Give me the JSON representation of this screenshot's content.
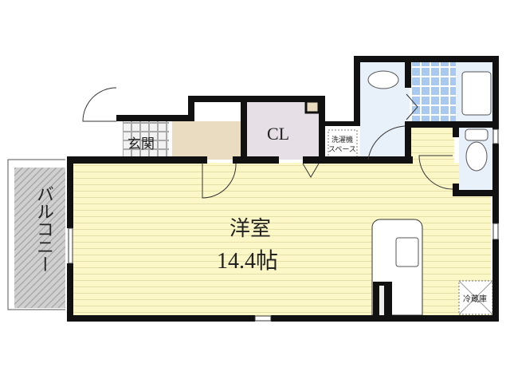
{
  "rooms": {
    "western_room": {
      "name": "洋室",
      "size": "14.4帖",
      "color": "#fbf7c6"
    },
    "entrance": {
      "name": "玄関"
    },
    "closet": {
      "name": "CL",
      "color": "#e6e0e6"
    },
    "washer_space": {
      "line1": "洗濯機",
      "line2": "スペース"
    },
    "balcony": {
      "name": "バルコニー"
    },
    "fridge": {
      "name": "冷蔵庫"
    }
  },
  "colors": {
    "wall": "#111111",
    "floor": "#fbf7c6",
    "wet_area": "#e8f0fa",
    "bath_tile": "#a9c9f0",
    "entrance_floor": "#e9dcc0"
  }
}
